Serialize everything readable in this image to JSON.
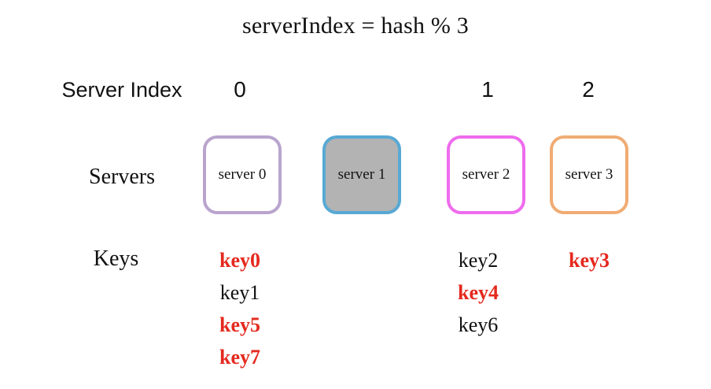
{
  "title": "serverIndex = hash % 3",
  "row_labels": {
    "server_index": "Server Index",
    "servers": "Servers",
    "keys": "Keys"
  },
  "colors": {
    "background": "#ffffff",
    "text": "#111111",
    "moved_key": "#e5291e",
    "server0_border": "#b9a4ce",
    "server1_border": "#58a9d4",
    "server1_fill": "#b3b3b3",
    "server2_border": "#ee6ced",
    "server3_border": "#f0ac74"
  },
  "columns": [
    {
      "index_label": "0",
      "server": {
        "label": "server 0",
        "border_color": "#b9a4ce",
        "fill_color": "#ffffff"
      },
      "keys": [
        {
          "label": "key0",
          "moved": true
        },
        {
          "label": "key1",
          "moved": false
        },
        {
          "label": "key5",
          "moved": true
        },
        {
          "label": "key7",
          "moved": true
        }
      ]
    },
    {
      "index_label": "",
      "server": {
        "label": "server 1",
        "border_color": "#58a9d4",
        "fill_color": "#b3b3b3"
      },
      "keys": []
    },
    {
      "index_label": "1",
      "server": {
        "label": "server 2",
        "border_color": "#ee6ced",
        "fill_color": "#ffffff"
      },
      "keys": [
        {
          "label": "key2",
          "moved": false
        },
        {
          "label": "key4",
          "moved": true
        },
        {
          "label": "key6",
          "moved": false
        }
      ]
    },
    {
      "index_label": "2",
      "server": {
        "label": "server 3",
        "border_color": "#f0ac74",
        "fill_color": "#ffffff"
      },
      "keys": [
        {
          "label": "key3",
          "moved": true
        }
      ]
    }
  ]
}
